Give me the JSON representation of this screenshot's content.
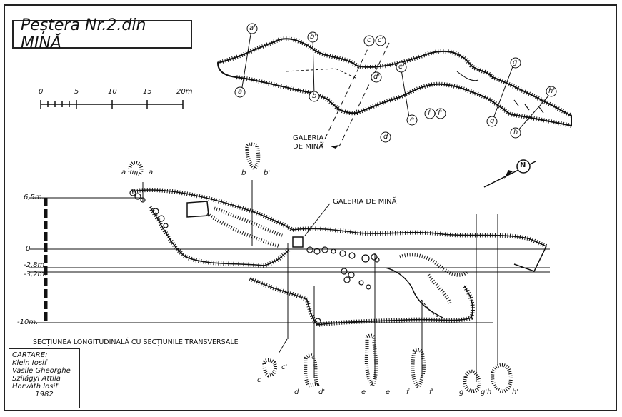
{
  "title": "Peștera Nr.2.din MINĂ",
  "scale_bar": {
    "ticks": [
      "0",
      "5",
      "10",
      "15",
      "20m"
    ]
  },
  "plan_labels": {
    "a_prime": "a'",
    "a": "a",
    "b_prime": "b'",
    "b": "b",
    "c": "c",
    "c_prime": "c'",
    "d_prime": "d'",
    "d": "d",
    "e_prime": "e'",
    "e": "e",
    "f": "f",
    "f_prime": "f'",
    "g_prime": "g'",
    "g": "g",
    "h_prime": "h'",
    "h": "h"
  },
  "mine_gallery_plan_label": [
    "GALERIA",
    "DE MINĂ"
  ],
  "north_symbol": "N",
  "mine_gallery_section_label": "GALERIA DE MINĂ",
  "depth_labels": [
    "6,5m.",
    "0",
    "-2,8m.",
    "-3,2m.",
    "-10m."
  ],
  "section_title": "SECȚIUNEA LONGITUDINALĂ CU SECȚIUNILE TRANSVERSALE",
  "cross_section_labels": {
    "a": "a",
    "a_prime": "a'",
    "b": "b",
    "b_prime": "b'",
    "c": "c",
    "c_prime": "c'",
    "d": "d",
    "d_prime": "d'",
    "e": "e",
    "e_prime": "e'",
    "f": "f",
    "f_prime": "f'",
    "g": "g",
    "g_prime": "g'",
    "h": "h",
    "h_prime": "h'"
  },
  "credits": {
    "heading": "CARTARE:",
    "authors": [
      "Klein Iosif",
      "Vasile Gheorghe",
      "Szilágyi Attila",
      "Horváth Iosif"
    ],
    "year": "1982"
  }
}
